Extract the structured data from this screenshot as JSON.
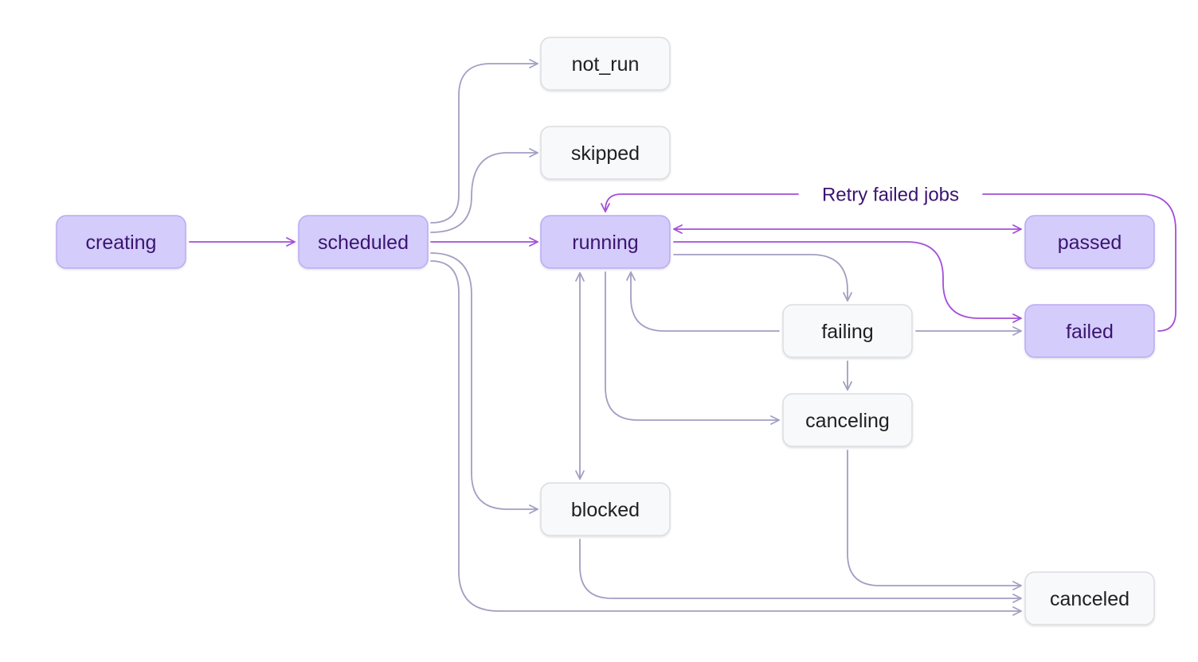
{
  "colors": {
    "active_fill": "#d4ccfb",
    "active_stroke": "#bcaaf5",
    "active_text": "#3b1470",
    "plain_fill": "#f8f9fa",
    "plain_stroke": "#dcdde2",
    "plain_text": "#1f1f24",
    "gray_edge": "#a29fc2",
    "purple_edge": "#a44fd8"
  },
  "nodes": {
    "creating": "creating",
    "scheduled": "scheduled",
    "running": "running",
    "not_run": "not_run",
    "skipped": "skipped",
    "passed": "passed",
    "failing": "failing",
    "failed": "failed",
    "canceling": "canceling",
    "blocked": "blocked",
    "canceled": "canceled"
  },
  "annotations": {
    "retry": "Retry failed jobs"
  }
}
